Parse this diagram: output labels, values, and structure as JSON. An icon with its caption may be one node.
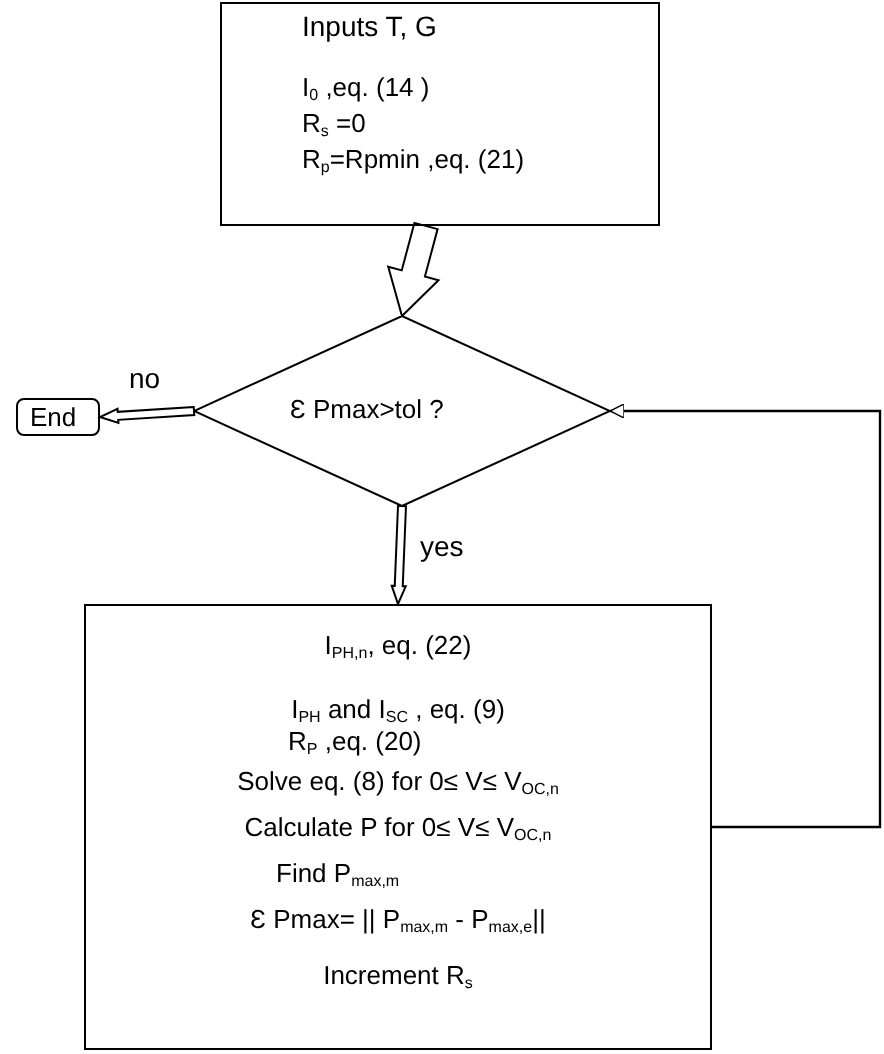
{
  "diagram": {
    "nodes": [
      {
        "text": [
          "Inputs T, G",
          "I$_{0}$ ,eq. (14 )",
          "R$_{s}$ =0",
          "R$_{p}$=Rpmin ,eq. (21)"
        ]
      },
      {
        "text": [
          "Ɛ Pmax>tol  ?"
        ]
      },
      {
        "text": [
          "End"
        ]
      },
      {
        "text": [
          "I$_{PH,n}$, eq. (22)",
          "I$_{PH}$ and I$_{SC}$ , eq. (9)",
          "R$_{P}$ ,eq. (20)",
          "Solve eq. (8) for   0≤ V≤ V$_{OC,n}$",
          "Calculate P  for  0≤ V≤ V$_{OC,n}$",
          "Find P$_{max,m}$",
          "Ɛ Pmax= || P$_{max,m}$ - P$_{max,e}$||",
          "Increment R$_{s}$"
        ]
      }
    ],
    "edges": [
      {
        "from": 0,
        "to": 1,
        "arrow": "to",
        "style": "thick"
      },
      {
        "from": 1,
        "to": 2,
        "arrow": "to",
        "label": "no"
      },
      {
        "from": 1,
        "to": 3,
        "arrow": "to",
        "label": "yes"
      },
      {
        "from": 3,
        "to": 1,
        "arrow": "to"
      }
    ]
  }
}
